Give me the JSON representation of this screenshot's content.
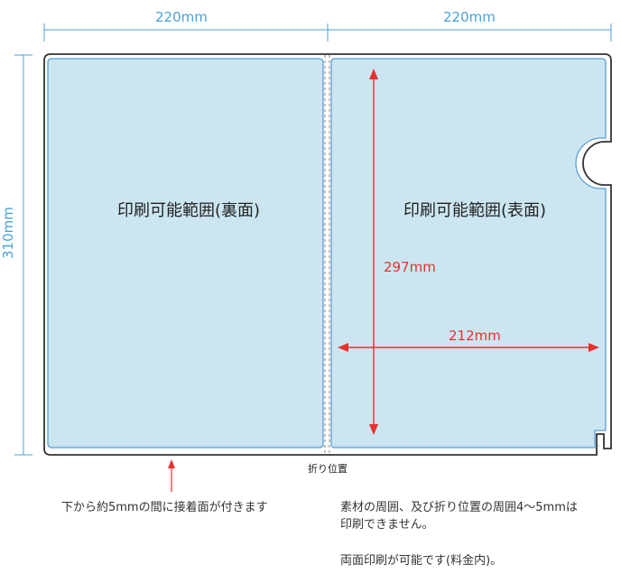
{
  "dimensions": {
    "width_left": "220mm",
    "width_right": "220mm",
    "height_total": "310mm",
    "print_height": "297mm",
    "print_width": "212mm"
  },
  "areas": {
    "back_title": "印刷可能範囲(裏面)",
    "front_title": "印刷可能範囲(表面)"
  },
  "fold_label": "折り位置",
  "notes": {
    "adhesive": "下から約5mmの間に接着面が付きます",
    "margin_line1": "素材の周囲、及び折り位置の周囲4～5mmは",
    "margin_line2": "印刷できません。",
    "double_sided": "両面印刷が可能です(料金内)。"
  },
  "colors": {
    "dimension": "#4aa3d6",
    "measure": "#e8312a",
    "print_area_fill": "#cce6f1",
    "print_area_border": "#5a9fd4",
    "outline": "#333333"
  }
}
